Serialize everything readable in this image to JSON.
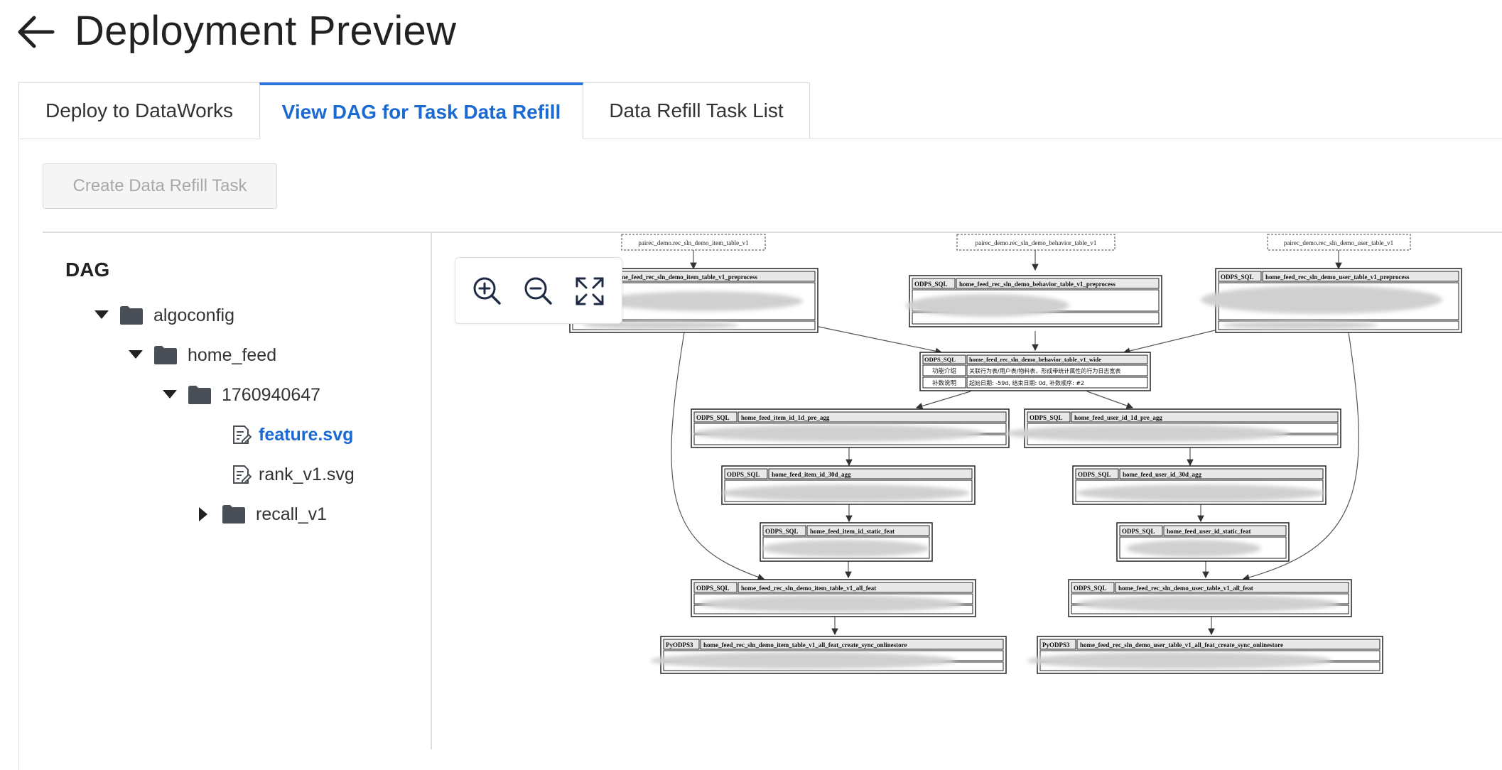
{
  "header": {
    "title": "Deployment Preview",
    "back_icon": "arrow-left-icon"
  },
  "tabs": [
    {
      "label": "Deploy to DataWorks",
      "active": false
    },
    {
      "label": "View DAG for Task Data Refill",
      "active": true
    },
    {
      "label": "Data Refill Task List",
      "active": false
    }
  ],
  "toolbar": {
    "create_label": "Create Data Refill Task",
    "create_disabled": true
  },
  "tree": {
    "title": "DAG",
    "nodes": [
      {
        "label": "algoconfig",
        "type": "folder",
        "expanded": true
      },
      {
        "label": "home_feed",
        "type": "folder",
        "expanded": true
      },
      {
        "label": "1760940647",
        "type": "folder",
        "expanded": true
      },
      {
        "label": "feature.svg",
        "type": "file",
        "selected": true
      },
      {
        "label": "rank_v1.svg",
        "type": "file",
        "selected": false
      },
      {
        "label": "recall_v1",
        "type": "folder",
        "expanded": false
      }
    ]
  },
  "zoom": {
    "zoom_in_icon": "zoom-in-icon",
    "zoom_out_icon": "zoom-out-icon",
    "fit_icon": "fit-screen-icon"
  },
  "dag": {
    "sources": [
      "pairec_demo.rec_sln_demo_item_table_v1",
      "pairec_demo.rec_sln_demo_behavior_table_v1",
      "pairec_demo.rec_sln_demo_user_table_v1"
    ],
    "nodes": {
      "item_pre": {
        "type": "",
        "name": "ome_feed_rec_sln_demo_item_table_v1_preprocess"
      },
      "beh_pre": {
        "type": "ODPS_SQL",
        "name": "home_feed_rec_sln_demo_behavior_table_v1_preprocess"
      },
      "user_pre": {
        "type": "ODPS_SQL",
        "name": "home_feed_rec_sln_demo_user_table_v1_preprocess"
      },
      "wide": {
        "type": "ODPS_SQL",
        "name": "home_feed_rec_sln_demo_behavior_table_v1_wide",
        "row1_label": "功能介绍",
        "row1_value": "关联行为表/用户表/物料表，形成带统计属性的行为日志宽表",
        "row2_label": "补数说明",
        "row2_value": "起始日期: -59d, 结束日期: 0d, 补数顺序: #2"
      },
      "item_1d": {
        "type": "ODPS_SQL",
        "name": "home_feed_item_id_1d_pre_agg"
      },
      "user_1d": {
        "type": "ODPS_SQL",
        "name": "home_feed_user_id_1d_pre_agg"
      },
      "item_30d": {
        "type": "ODPS_SQL",
        "name": "home_feed_item_id_30d_agg"
      },
      "user_30d": {
        "type": "ODPS_SQL",
        "name": "home_feed_user_id_30d_agg"
      },
      "item_static": {
        "type": "ODPS_SQL",
        "name": "home_feed_item_id_static_feat"
      },
      "user_static": {
        "type": "ODPS_SQL",
        "name": "home_feed_user_id_static_feat"
      },
      "item_all": {
        "type": "ODPS_SQL",
        "name": "home_feed_rec_sln_demo_item_table_v1_all_feat"
      },
      "user_all": {
        "type": "ODPS_SQL",
        "name": "home_feed_rec_sln_demo_user_table_v1_all_feat"
      },
      "item_sync": {
        "type": "PyODPS3",
        "name": "home_feed_rec_sln_demo_item_table_v1_all_feat_create_sync_onlinestore"
      },
      "user_sync": {
        "type": "PyODPS3",
        "name": "home_feed_rec_sln_demo_user_table_v1_all_feat_create_sync_onlinestore"
      }
    }
  }
}
